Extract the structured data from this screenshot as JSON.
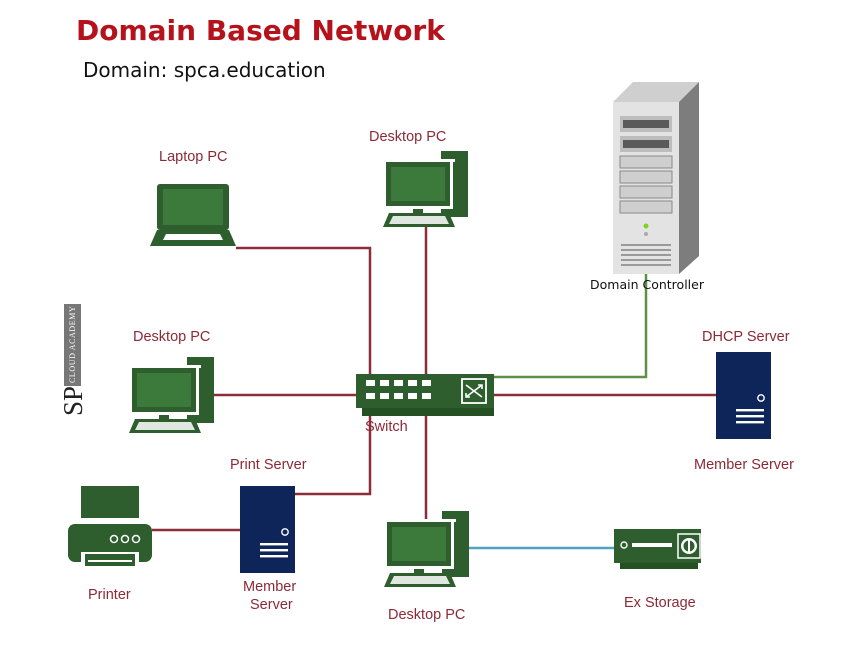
{
  "title": "Domain Based Network",
  "subtitle": "Domain: spca.education",
  "logo": {
    "initials": "SP",
    "tagline": "CLOUD ACADEMY"
  },
  "colors": {
    "title": "#b5121b",
    "label": "#8b2a36",
    "device_green": "#2e5e2e",
    "server_navy": "#0d2559",
    "link_red": "#8b2e3a",
    "link_green": "#5a9146",
    "link_blue": "#4fa3c0"
  },
  "devices": {
    "laptop": {
      "label": "Laptop PC",
      "icon": "laptop-icon"
    },
    "desktop_top": {
      "label": "Desktop PC",
      "icon": "desktop-pc-icon"
    },
    "desktop_left": {
      "label": "Desktop PC",
      "icon": "desktop-pc-icon"
    },
    "desktop_bottom": {
      "label": "Desktop PC",
      "icon": "desktop-pc-icon"
    },
    "domain_controller": {
      "label": "Domain Controller",
      "icon": "tower-server-icon"
    },
    "switch": {
      "label": "Switch",
      "icon": "network-switch-icon"
    },
    "dhcp_server": {
      "label_top": "DHCP Server",
      "label_bottom": "Member Server",
      "icon": "server-icon"
    },
    "print_server": {
      "label_top": "Print Server",
      "label_bottom_1": "Member",
      "label_bottom_2": "Server",
      "icon": "server-icon"
    },
    "printer": {
      "label": "Printer",
      "icon": "printer-icon"
    },
    "ex_storage": {
      "label": "Ex Storage",
      "icon": "storage-icon"
    }
  }
}
